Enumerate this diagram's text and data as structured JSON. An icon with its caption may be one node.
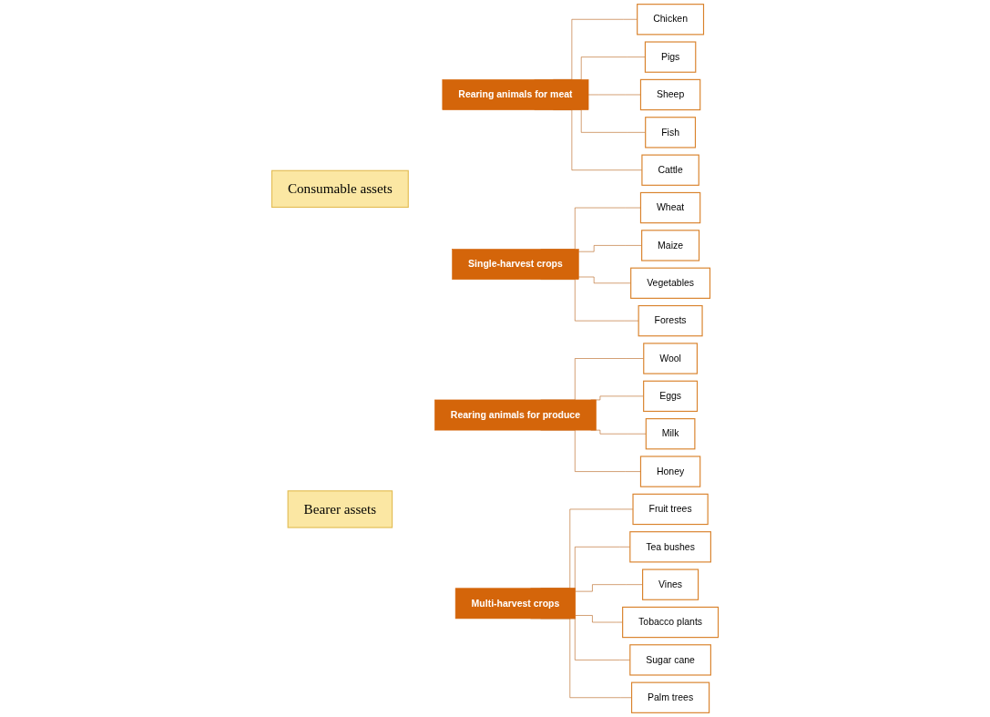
{
  "diagram": {
    "nodes": [
      {
        "text": [
          "Consumable assets"
        ]
      },
      {
        "text": [
          "Bearer assets"
        ]
      },
      {
        "text": [
          "Rearing animals for meat"
        ]
      },
      {
        "text": [
          "Chicken"
        ]
      },
      {
        "text": [
          "Pigs"
        ]
      },
      {
        "text": [
          "Sheep"
        ]
      },
      {
        "text": [
          "Fish"
        ]
      },
      {
        "text": [
          "Cattle"
        ]
      },
      {
        "text": [
          "Single-harvest crops"
        ]
      },
      {
        "text": [
          "Wheat"
        ]
      },
      {
        "text": [
          "Maize"
        ]
      },
      {
        "text": [
          "Vegetables"
        ]
      },
      {
        "text": [
          "Forests"
        ]
      },
      {
        "text": [
          "Rearing animals for produce"
        ]
      },
      {
        "text": [
          "Wool"
        ]
      },
      {
        "text": [
          "Eggs"
        ]
      },
      {
        "text": [
          "Milk"
        ]
      },
      {
        "text": [
          "Honey"
        ]
      },
      {
        "text": [
          "Multi-harvest crops"
        ]
      },
      {
        "text": [
          "Fruit trees"
        ]
      },
      {
        "text": [
          "Tea bushes"
        ]
      },
      {
        "text": [
          "Vines"
        ]
      },
      {
        "text": [
          "Tobacco plants"
        ]
      },
      {
        "text": [
          "Sugar cane"
        ]
      },
      {
        "text": [
          "Palm trees"
        ]
      }
    ],
    "edges": [
      {
        "from": 2,
        "to": 3,
        "arrow": "none"
      },
      {
        "from": 2,
        "to": 4,
        "arrow": "none"
      },
      {
        "from": 2,
        "to": 5,
        "arrow": "none"
      },
      {
        "from": 2,
        "to": 6,
        "arrow": "none"
      },
      {
        "from": 2,
        "to": 7,
        "arrow": "none"
      },
      {
        "from": 8,
        "to": 9,
        "arrow": "none"
      },
      {
        "from": 8,
        "to": 10,
        "arrow": "none"
      },
      {
        "from": 8,
        "to": 11,
        "arrow": "none"
      },
      {
        "from": 8,
        "to": 12,
        "arrow": "none"
      },
      {
        "from": 13,
        "to": 14,
        "arrow": "none"
      },
      {
        "from": 13,
        "to": 15,
        "arrow": "none"
      },
      {
        "from": 13,
        "to": 16,
        "arrow": "none"
      },
      {
        "from": 13,
        "to": 17,
        "arrow": "none"
      },
      {
        "from": 18,
        "to": 19,
        "arrow": "none"
      },
      {
        "from": 18,
        "to": 20,
        "arrow": "none"
      },
      {
        "from": 18,
        "to": 21,
        "arrow": "none"
      },
      {
        "from": 18,
        "to": 22,
        "arrow": "none"
      },
      {
        "from": 18,
        "to": 23,
        "arrow": "none"
      },
      {
        "from": 18,
        "to": 24,
        "arrow": "none"
      }
    ]
  }
}
